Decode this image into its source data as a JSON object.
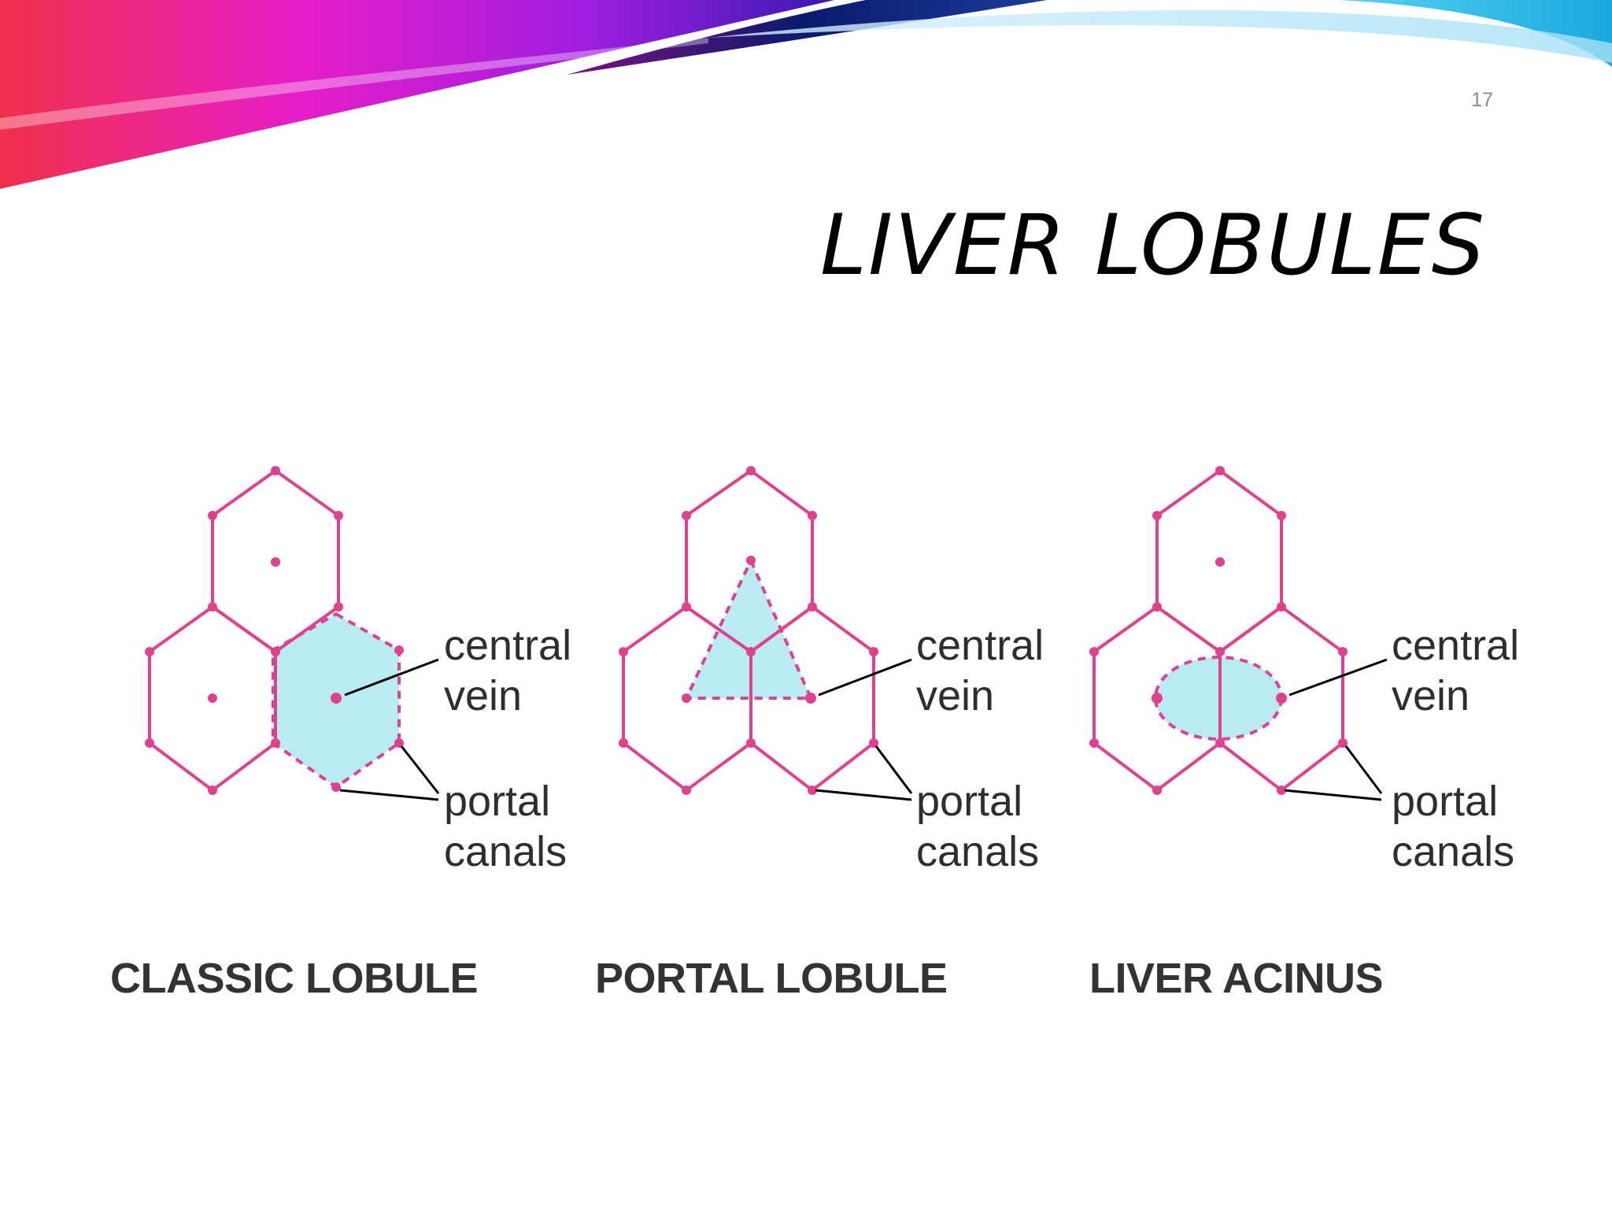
{
  "slide": {
    "number": "17",
    "title": "LIVER LOBULES"
  },
  "colors": {
    "hexagon_outline": "#e0418f",
    "highlight_fill": "#b8ecf2",
    "leader_line": "#000000",
    "banner_magenta": "#e81ec8",
    "banner_red": "#f0304a",
    "banner_navy": "#0a1a6e",
    "banner_cyan": "#33c6e8"
  },
  "panels": [
    {
      "title": "CLASSIC LOBULE",
      "central_label_line1": "central",
      "central_label_line2": "vein",
      "portal_label_line1": "portal",
      "portal_label_line2": "canals"
    },
    {
      "title": "PORTAL LOBULE",
      "central_label_line1": "central",
      "central_label_line2": "vein",
      "portal_label_line1": "portal",
      "portal_label_line2": "canals"
    },
    {
      "title": "LIVER ACINUS",
      "central_label_line1": "central",
      "central_label_line2": "vein",
      "portal_label_line1": "portal",
      "portal_label_line2": "canals"
    }
  ]
}
